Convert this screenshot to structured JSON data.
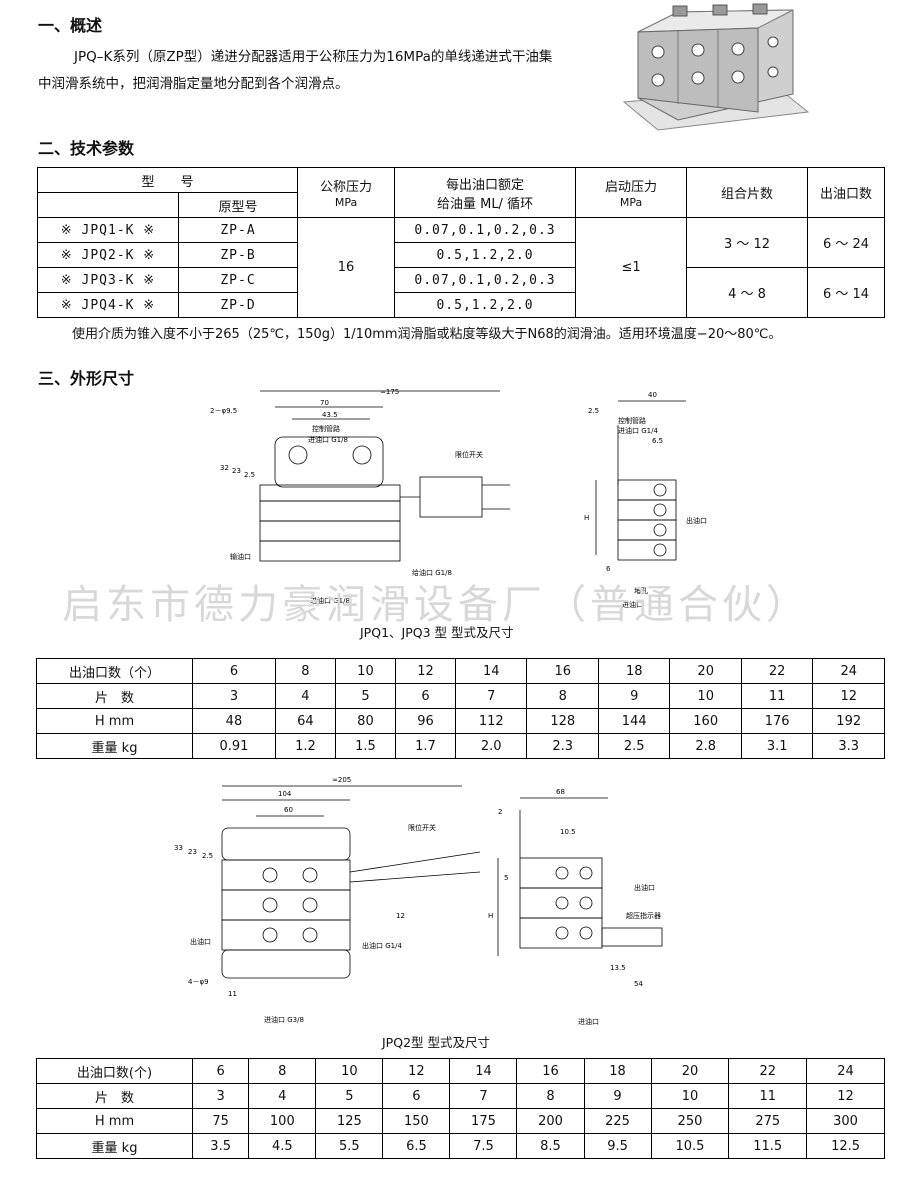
{
  "section1": {
    "title": "一、概述",
    "text": "JPQ–K系列（原ZP型）递进分配器适用于公称压力为16MPa的单线递进式干油集中润滑系统中，把润滑脂定量地分配到各个润滑点。"
  },
  "section2": {
    "title": "二、技术参数"
  },
  "spec_table": {
    "headers": {
      "model": "型　　号",
      "orig": "原型号",
      "pressure": "公称压力",
      "pressure_unit": "MPa",
      "oil": "每出油口额定",
      "oil2": "给油量 ML/ 循环",
      "start": "启动压力",
      "start_unit": "MPa",
      "pieces": "组合片数",
      "outlets": "出油口数"
    },
    "rows": [
      {
        "model": "※ JPQ1-K ※",
        "orig": "ZP-A",
        "oil": "0.07,0.1,0.2,0.3"
      },
      {
        "model": "※ JPQ2-K ※",
        "orig": "ZP-B",
        "oil": "0.5,1.2,2.0"
      },
      {
        "model": "※ JPQ3-K ※",
        "orig": "ZP-C",
        "oil": "0.07,0.1,0.2,0.3"
      },
      {
        "model": "※ JPQ4-K ※",
        "orig": "ZP-D",
        "oil": "0.5,1.2,2.0"
      }
    ],
    "pressure": "16",
    "start": "≤1",
    "pieces_a": "3 ～ 12",
    "outlets_a": "6 ～ 24",
    "pieces_b": "4 ～ 8",
    "outlets_b": "6 ～ 14"
  },
  "note": "使用介质为锥入度不小于265（25℃，150g）1/10mm润滑脂或粘度等级大于N68的润滑油。适用环境温度−20～80℃。",
  "section3": {
    "title": "三、外形尺寸"
  },
  "watermark": "启东市德力豪润滑设备厂（普通合伙）",
  "drawing1": {
    "caption": "JPQ1、JPQ3 型  型式及尺寸",
    "labels": {
      "d175": "≈175",
      "d70": "70",
      "d43": "43.5",
      "holes": "2－φ9.5",
      "ctrl": "控制管路",
      "inlet_top": "进油口 G1/8",
      "limit": "限位开关",
      "d32": "32",
      "d23": "23",
      "d25": "2.5",
      "out_left": "输油口",
      "out_right": "给油口 G1/8",
      "inlet_bottom": "进油口 G1/8"
    },
    "side": {
      "d40": "40",
      "d25": "2.5",
      "ctrl": "控制管路",
      "inlet": "进油口 G1/4",
      "d65": "6.5",
      "H": "H",
      "outlet": "出油口",
      "d6": "6",
      "plug": "堵孔",
      "inlet2": "进油口"
    }
  },
  "table1": {
    "rows": [
      {
        "label": "出油口数（个）",
        "values": [
          "6",
          "8",
          "10",
          "12",
          "14",
          "16",
          "18",
          "20",
          "22",
          "24"
        ]
      },
      {
        "label": "片　数",
        "values": [
          "3",
          "4",
          "5",
          "6",
          "7",
          "8",
          "9",
          "10",
          "11",
          "12"
        ]
      },
      {
        "label": "H mm",
        "values": [
          "48",
          "64",
          "80",
          "96",
          "112",
          "128",
          "144",
          "160",
          "176",
          "192"
        ]
      },
      {
        "label": "重量 kg",
        "values": [
          "0.91",
          "1.2",
          "1.5",
          "1.7",
          "2.0",
          "2.3",
          "2.5",
          "2.8",
          "3.1",
          "3.3"
        ]
      }
    ]
  },
  "drawing2": {
    "caption": "JPQ2型  型式及尺寸",
    "labels": {
      "d205": "≈205",
      "d104": "104",
      "d60": "60",
      "d33": "33",
      "d23": "23",
      "d25": "2.5",
      "limit": "限位开关",
      "d12": "12",
      "out_left": "出油口",
      "out_right": "出油口 G1/4",
      "holes": "4－φ9",
      "d11": "11",
      "inlet": "进油口 G3/8"
    },
    "side": {
      "d68": "68",
      "d2": "2",
      "d105": "10.5",
      "d5": "5",
      "H": "H",
      "outlet": "出油口",
      "indicator": "超压指示器",
      "d135": "13.5",
      "d54": "54",
      "inlet": "进油口"
    }
  },
  "table2": {
    "rows": [
      {
        "label": "出油口数(个)",
        "values": [
          "6",
          "8",
          "10",
          "12",
          "14",
          "16",
          "18",
          "20",
          "22",
          "24"
        ]
      },
      {
        "label": "片　数",
        "values": [
          "3",
          "4",
          "5",
          "6",
          "7",
          "8",
          "9",
          "10",
          "11",
          "12"
        ]
      },
      {
        "label": "H  mm",
        "values": [
          "75",
          "100",
          "125",
          "150",
          "175",
          "200",
          "225",
          "250",
          "275",
          "300"
        ]
      },
      {
        "label": "重量  kg",
        "values": [
          "3.5",
          "4.5",
          "5.5",
          "6.5",
          "7.5",
          "8.5",
          "9.5",
          "10.5",
          "11.5",
          "12.5"
        ]
      }
    ]
  }
}
